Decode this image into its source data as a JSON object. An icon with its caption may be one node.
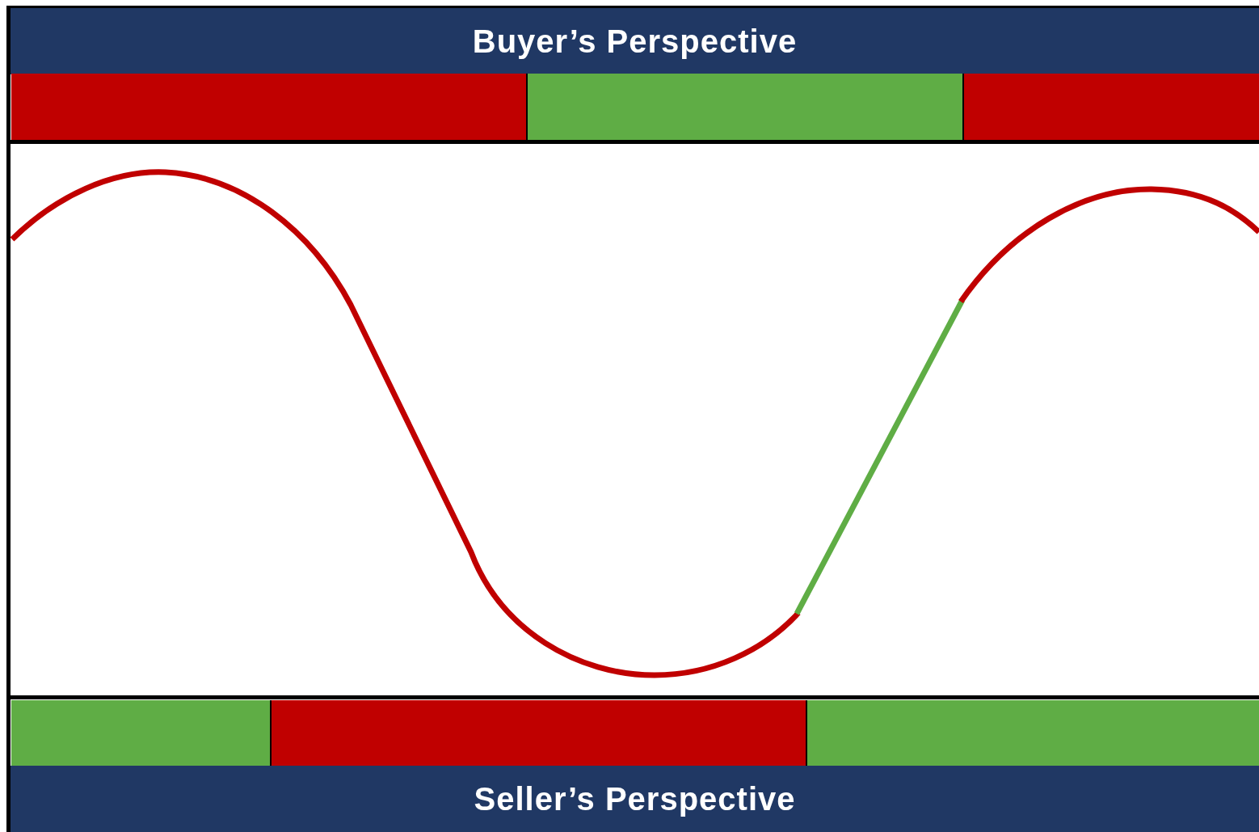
{
  "diagram": {
    "nodes": [
      {
        "text": [
          "Buyer’s Perspective"
        ]
      },
      {
        "text": [],
        "shape": "bar"
      },
      {
        "text": [],
        "shape": "bar"
      },
      {
        "text": [],
        "shape": "bar"
      },
      {
        "text": [],
        "shape": "bar"
      },
      {
        "text": [],
        "shape": "bar"
      },
      {
        "text": [],
        "shape": "bar"
      },
      {
        "text": [
          "Seller’s Perspective"
        ]
      }
    ]
  }
}
